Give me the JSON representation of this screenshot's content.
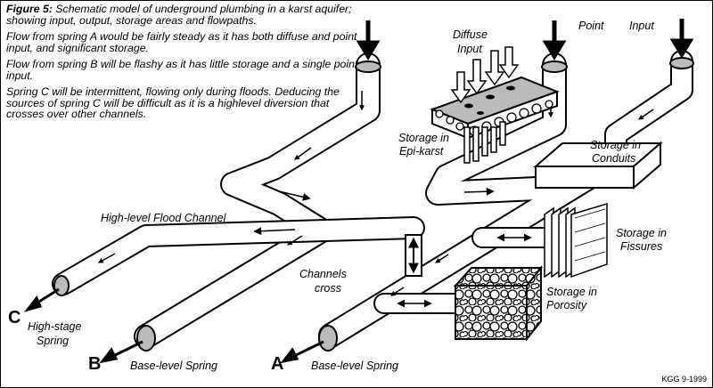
{
  "caption": {
    "figure_label": "Figure 5:",
    "figure_text": "Schematic model of underground plumbing in a karst aquifer; showing input, output, storage areas and flowpaths.",
    "para_a": "Flow from spring A would be fairly steady as it has both diffuse and point input, and significant storage.",
    "para_b": "Flow from spring B will be flashy as it has little storage and a single point input.",
    "para_c": "Spring C will be intermittent, flowing only during floods. Deducing the sources of spring C will be difficult as it is a highlevel diversion that crosses over other channels."
  },
  "labels": {
    "point": "Point",
    "input": "Input",
    "diffuse": "Diffuse",
    "diffuse_input": "Input",
    "storage_epikarst_1": "Storage in",
    "storage_epikarst_2": "Epi-karst",
    "storage_conduits_1": "Storage in",
    "storage_conduits_2": "Conduits",
    "storage_fissures_1": "Storage in",
    "storage_fissures_2": "Fissures",
    "storage_porosity_1": "Storage in",
    "storage_porosity_2": "Porosity",
    "flood_channel": "High-level Flood Channel",
    "channels_1": "Channels",
    "channels_2": "cross",
    "high_stage_1": "High-stage",
    "high_stage_2": "Spring",
    "base_level_b": "Base-level Spring",
    "base_level_a": "Base-level Spring",
    "spring_a": "A",
    "spring_b": "B",
    "spring_c": "C",
    "credit": "KGG 9-1999"
  }
}
